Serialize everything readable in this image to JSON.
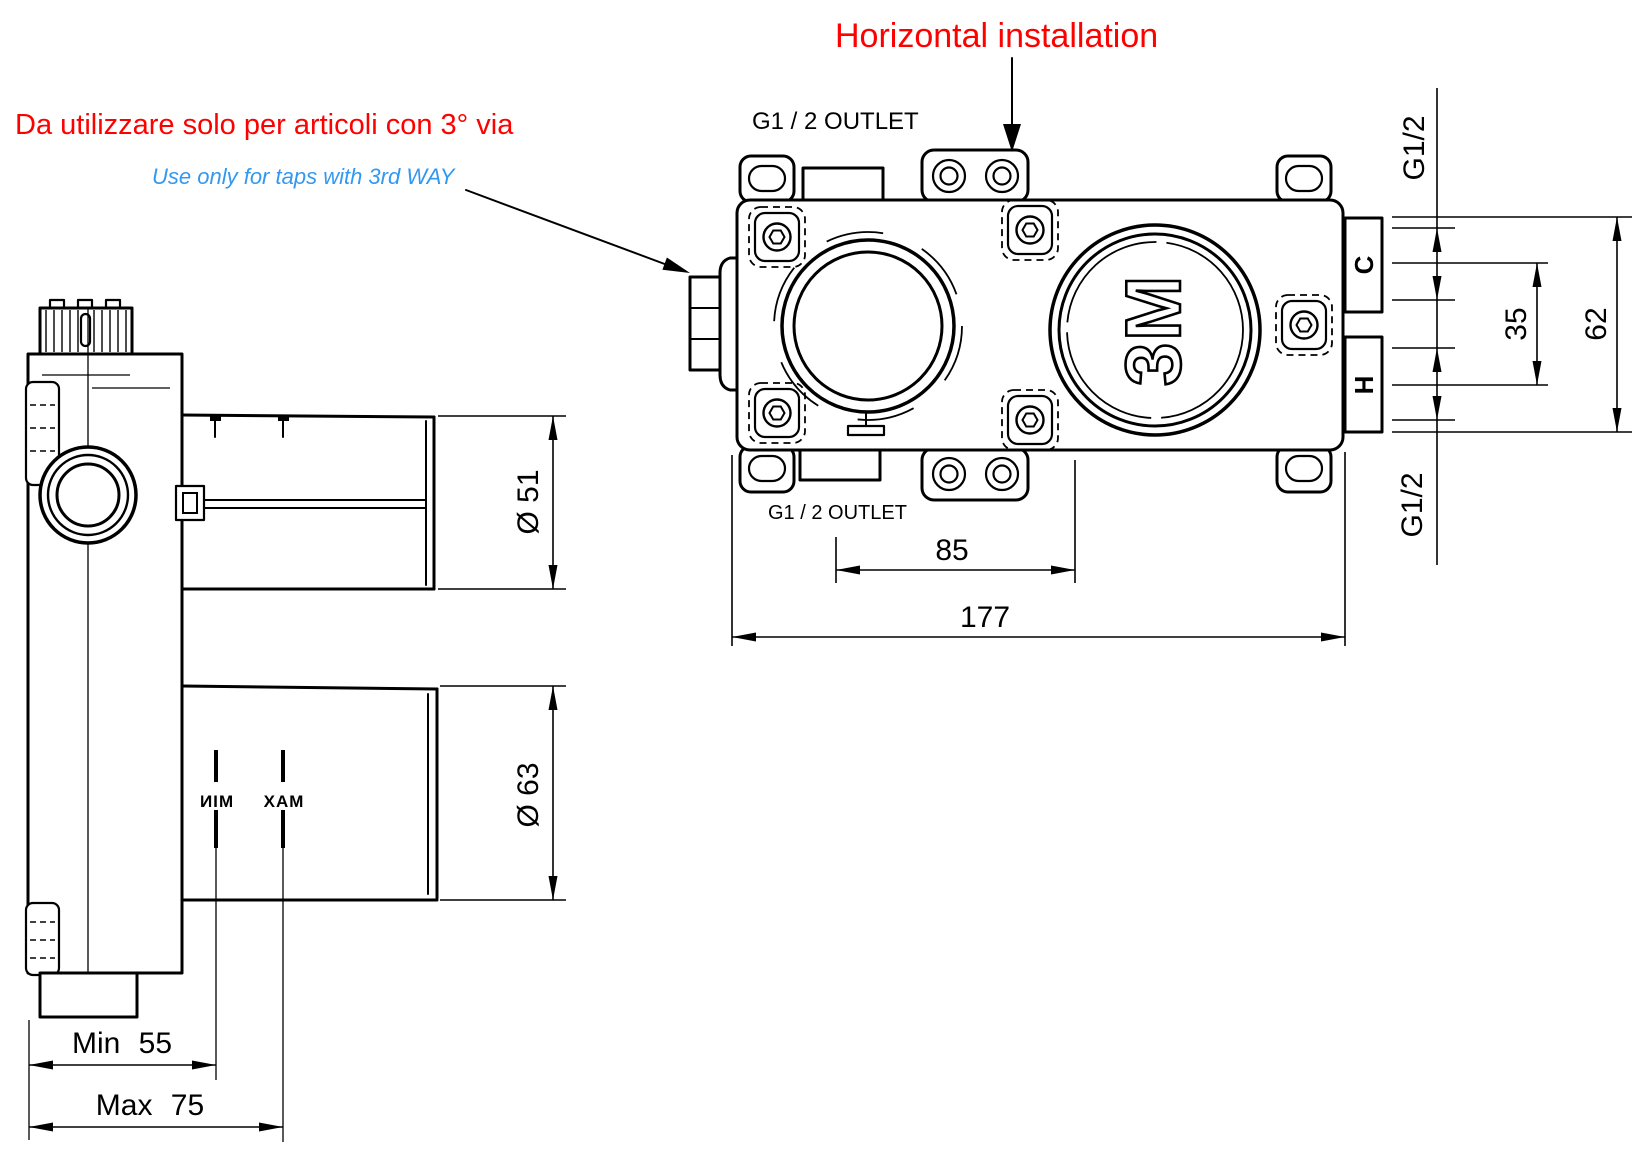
{
  "annotations": {
    "title": "Horizontal installation",
    "title_color": "#ff0000",
    "note_it": "Da utilizzare solo per articoli con 3° via",
    "note_it_color": "#ff0000",
    "note_en": "Use only for taps with 3rd WAY",
    "note_en_color": "#3398f0"
  },
  "top_view": {
    "outlet_top": "G1 / 2 OUTLET",
    "outlet_bottom": "G1 / 2 OUTLET",
    "logo": "3M",
    "port_cold": "C",
    "port_hot": "H",
    "dims": {
      "outlet_spacing": "85",
      "overall_width": "177",
      "thread_top": "G1/2",
      "thread_bottom": "G1/2",
      "port_center_distance": "35",
      "port_overall_height": "62"
    }
  },
  "side_view": {
    "marker_min": "MIN",
    "marker_max": "MAX",
    "dims": {
      "upper_diameter": "Ø 51",
      "lower_diameter": "Ø 63",
      "depth_min": "Min 55",
      "depth_max": "Max 75"
    }
  }
}
